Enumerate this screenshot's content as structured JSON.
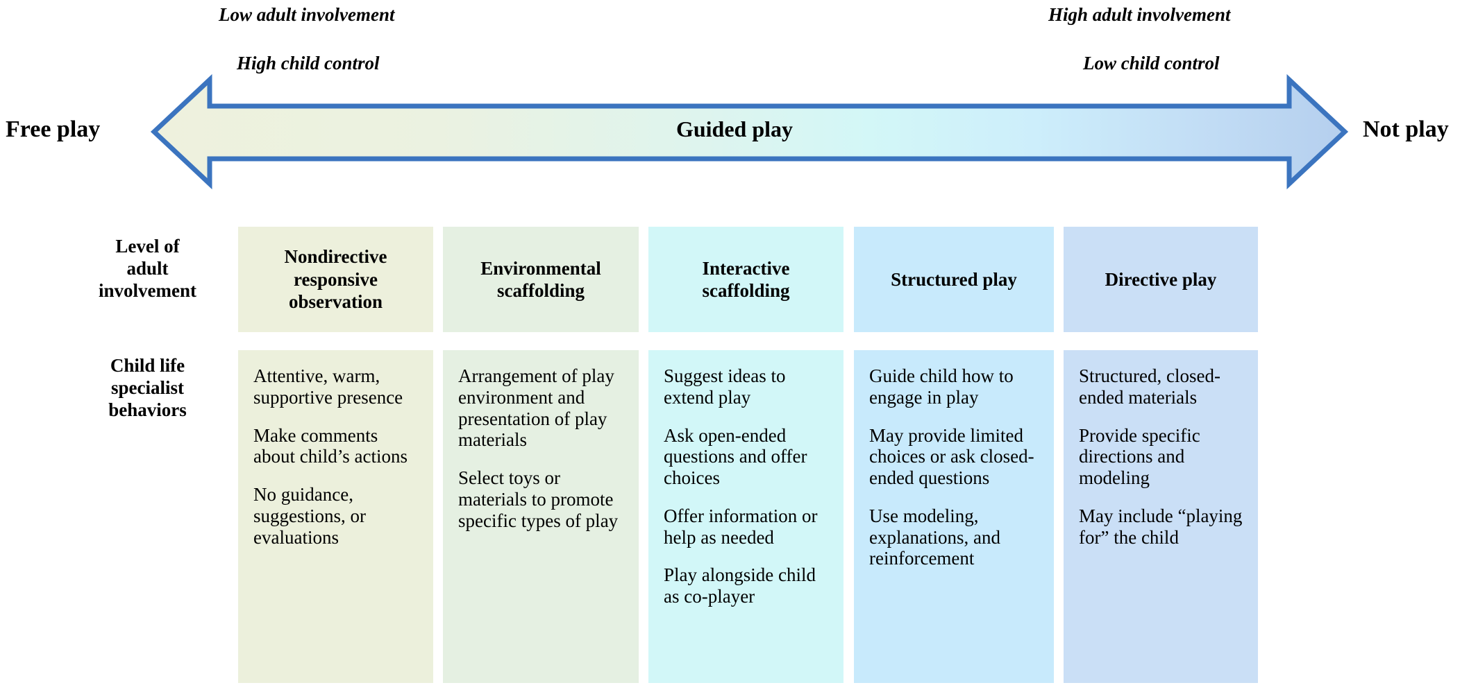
{
  "continuum": {
    "left_caption_top": "Low adult involvement",
    "left_caption_bottom": "High child control",
    "right_caption_top": "High adult involvement",
    "right_caption_bottom": "Low child control",
    "left_pole": "Free play",
    "right_pole": "Not play",
    "center_label": "Guided play",
    "arrow_outline_color": "#3b74bf",
    "arrow_fill_left": "#eef0dd",
    "arrow_fill_mid": "#d4f5f4",
    "arrow_fill_right": "#b9d2ef"
  },
  "matrix": {
    "row_labels": {
      "header_row": "Level of\nadult\ninvolvement",
      "header_row_lines": [
        "Level of",
        "adult",
        "involvement"
      ],
      "body_row": "Child life\nspecialist\nbehaviors",
      "body_row_lines": [
        "Child life",
        "specialist",
        "behaviors"
      ]
    },
    "columns": [
      {
        "id": "nondirective-responsive-observation",
        "header": "Nondirective responsive observation",
        "header_lines": [
          "Nondirective",
          "responsive",
          "observation"
        ],
        "header_color": "#edf0dc",
        "body_color": "#ecf0dc",
        "behaviors": [
          "Attentive, warm, supportive presence",
          "Make comments about child’s actions",
          "No guidance, suggestions, or evaluations"
        ]
      },
      {
        "id": "environmental-scaffolding",
        "header": "Environmental scaffolding",
        "header_lines": [
          "Environmental",
          "scaffolding"
        ],
        "header_color": "#e5f0e2",
        "body_color": "#e5f0e2",
        "behaviors": [
          "Arrangement of play environment and presentation of play materials",
          "Select toys or materials to promote specific types of play"
        ]
      },
      {
        "id": "interactive-scaffolding",
        "header": "Interactive scaffolding",
        "header_lines": [
          "Interactive",
          "scaffolding"
        ],
        "header_color": "#d2f7f8",
        "body_color": "#d2f7f8",
        "behaviors": [
          "Suggest ideas to extend play",
          "Ask open-ended questions and offer choices",
          "Offer information or help as needed",
          "Play alongside child as co-player"
        ]
      },
      {
        "id": "structured-play",
        "header": "Structured play",
        "header_lines": [
          "Structured play"
        ],
        "header_color": "#c8eafc",
        "body_color": "#c8eafc",
        "behaviors": [
          "Guide child how to engage in play",
          "May provide limited choices or ask closed-ended questions",
          "Use modeling, explanations, and reinforcement"
        ]
      },
      {
        "id": "directive-play",
        "header": "Directive play",
        "header_lines": [
          "Directive play"
        ],
        "header_color": "#cadff6",
        "body_color": "#cadff6",
        "behaviors": [
          "Structured, closed-ended materials",
          "Provide specific directions and modeling",
          "May include “playing for” the child"
        ]
      }
    ]
  }
}
